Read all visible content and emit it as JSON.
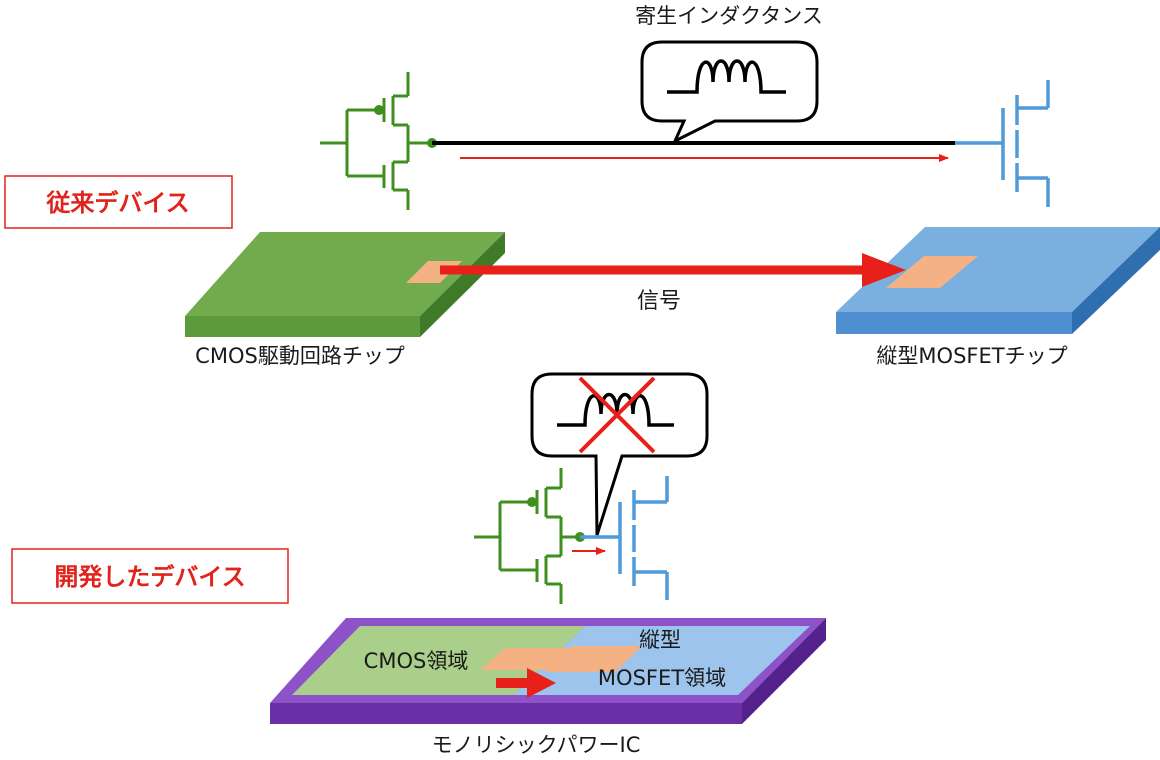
{
  "labels": {
    "parasitic_inductance": "寄生インダクタンス",
    "conventional_device": "従来デバイス",
    "signal": "信号",
    "cmos_driver_chip": "CMOS駆動回路チップ",
    "vertical_mosfet_chip": "縦型MOSFETチップ",
    "developed_device": "開発したデバイス",
    "cmos_region": "CMOS領域",
    "vertical_line1": "縦型",
    "vertical_line2": "MOSFET領域",
    "monolithic_ic": "モノリシックパワーIC"
  },
  "colors": {
    "cmos_green": "#3f8f1f",
    "mosfet_blue": "#4f9ad9",
    "signal_red": "#e8201a",
    "pad_orange": "#f4b183",
    "ic_purple": "#7a3fb5"
  }
}
